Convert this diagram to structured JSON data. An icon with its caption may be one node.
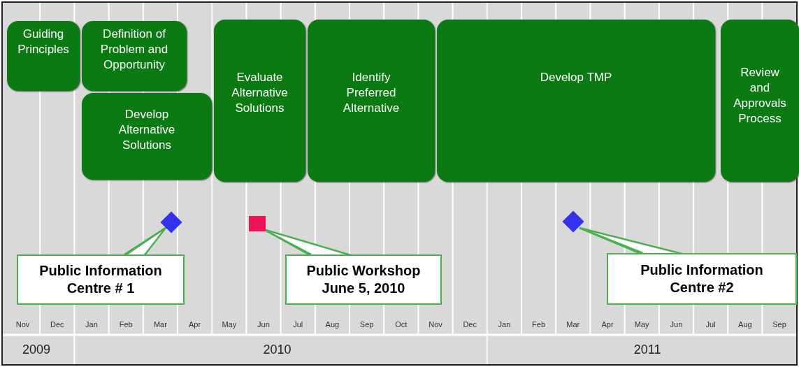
{
  "diagram": {
    "nodes": [
      {
        "text": [
          "Guiding Principles"
        ]
      },
      {
        "text": [
          "Definition of Problem and Opportunity"
        ]
      },
      {
        "text": [
          "Develop Alternative Solutions"
        ]
      },
      {
        "text": [
          "Evaluate Alternative Solutions"
        ]
      },
      {
        "text": [
          "Identify Preferred Alternative"
        ]
      },
      {
        "text": [
          "Develop TMP"
        ]
      },
      {
        "text": [
          "Review and Approvals Process"
        ]
      },
      {
        "text": [],
        "shape": "diamond"
      },
      {
        "text": [],
        "shape": "box"
      },
      {
        "text": [],
        "shape": "diamond"
      },
      {
        "text": [
          "Public Information Centre # 1"
        ]
      },
      {
        "text": [
          "Public Workshop June 5, 2010"
        ]
      },
      {
        "text": [
          "Public Information Centre #2"
        ]
      }
    ],
    "edges": [
      {
        "from": 10,
        "to": 7,
        "arrow": "none"
      },
      {
        "from": 11,
        "to": 8,
        "arrow": "none"
      },
      {
        "from": 12,
        "to": 9,
        "arrow": "none"
      }
    ],
    "labels": [
      "Nov",
      "Dec",
      "Jan",
      "Feb",
      "Mar",
      "Apr",
      "May",
      "Jun",
      "Jul",
      "Aug",
      "Sep",
      "Oct",
      "Nov",
      "Dec",
      "Jan",
      "Feb",
      "Mar",
      "Apr",
      "May",
      "Jun",
      "Jul",
      "Aug",
      "Sep",
      "2009",
      "2010",
      "2011"
    ]
  }
}
